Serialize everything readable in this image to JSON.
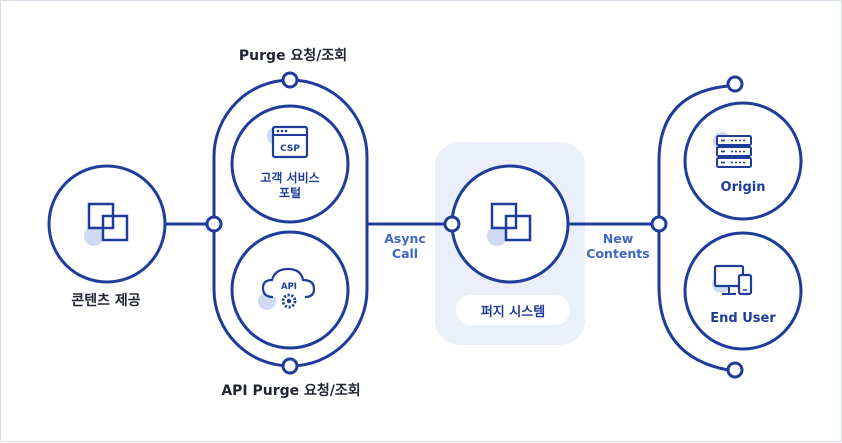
{
  "labels": {
    "content_provider": "콘텐츠 제공",
    "purge_top": "Purge 요청/조회",
    "purge_bottom": "API Purge 요청/조회",
    "csp_portal_line1": "고객 서비스",
    "csp_portal_line2": "포털",
    "csp_icon_text": "CSP",
    "api_icon_text": "API",
    "async_line1": "Async",
    "async_line2": "Call",
    "new_line1": "New",
    "new_line2": "Contents",
    "purge_system": "퍼지 시스템",
    "origin": "Origin",
    "end_user": "End User"
  },
  "colors": {
    "line": "#1e3d9a",
    "accent": "#3d67c9",
    "icon_fill": "#cfdaf5",
    "system_bg": "#ebeffa"
  },
  "icons": [
    "window-stack-icon",
    "csp-browser-icon",
    "api-cloud-gear-icon",
    "server-rack-icon",
    "devices-icon"
  ]
}
